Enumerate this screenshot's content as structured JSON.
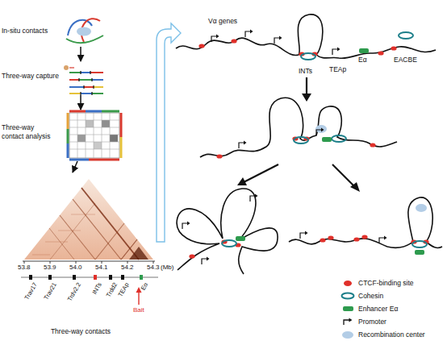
{
  "diagram": {
    "nodes": [
      {
        "text": [
          "In-situ contacts"
        ]
      },
      {
        "text": [
          "Three-way capture"
        ]
      },
      {
        "text": [
          "Three-way contact analysis"
        ]
      },
      {
        "text": [
          "Three-way contacts"
        ]
      }
    ],
    "edges": [
      {
        "from": 0,
        "to": 1,
        "arrow": "to"
      },
      {
        "from": 1,
        "to": 2,
        "arrow": "to"
      },
      {
        "from": 2,
        "to": 3,
        "arrow": "to"
      }
    ],
    "labels": [
      "Vα genes",
      "INTs",
      "TEAp",
      "Eα",
      "EACBE",
      "53.8",
      "53.9",
      "54.0",
      "54.1",
      "54.2",
      "54.3",
      "(Mb)",
      "Trav17",
      "Trav21",
      "Trdv2.2",
      "INTs",
      "Trdd2",
      "TEAp",
      "Eα",
      "Bait"
    ],
    "legend": [
      {
        "text": "CTCF-binding site",
        "color": "#e0302a"
      },
      {
        "text": "Cohesin"
      },
      {
        "text": "Enhancer Eα",
        "color": "#2e9b4e"
      },
      {
        "text": "Promoter"
      },
      {
        "text": "Recombination center",
        "color": "#b3cde6"
      }
    ]
  }
}
